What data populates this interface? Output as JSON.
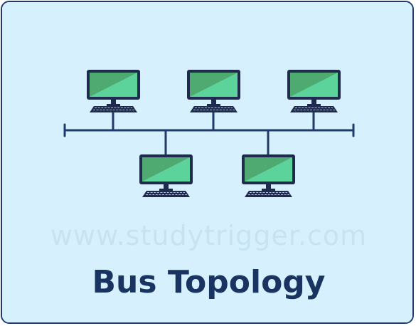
{
  "title": "Bus Topology",
  "watermark": "www.studytrigger.com",
  "colors": {
    "background": "#d6f0fe",
    "border": "#1f3a6b",
    "bus": "#1f3a6b",
    "monitor_frame": "#1e2b4f",
    "screen_dark": "#4faa72",
    "screen_light": "#5cd39b",
    "title": "#1a3461",
    "watermark": "#c7e3f1"
  },
  "computers": [
    {
      "name": "computer-top-1",
      "row": "top"
    },
    {
      "name": "computer-top-2",
      "row": "top"
    },
    {
      "name": "computer-top-3",
      "row": "top"
    },
    {
      "name": "computer-bottom-1",
      "row": "bottom"
    },
    {
      "name": "computer-bottom-2",
      "row": "bottom"
    }
  ]
}
